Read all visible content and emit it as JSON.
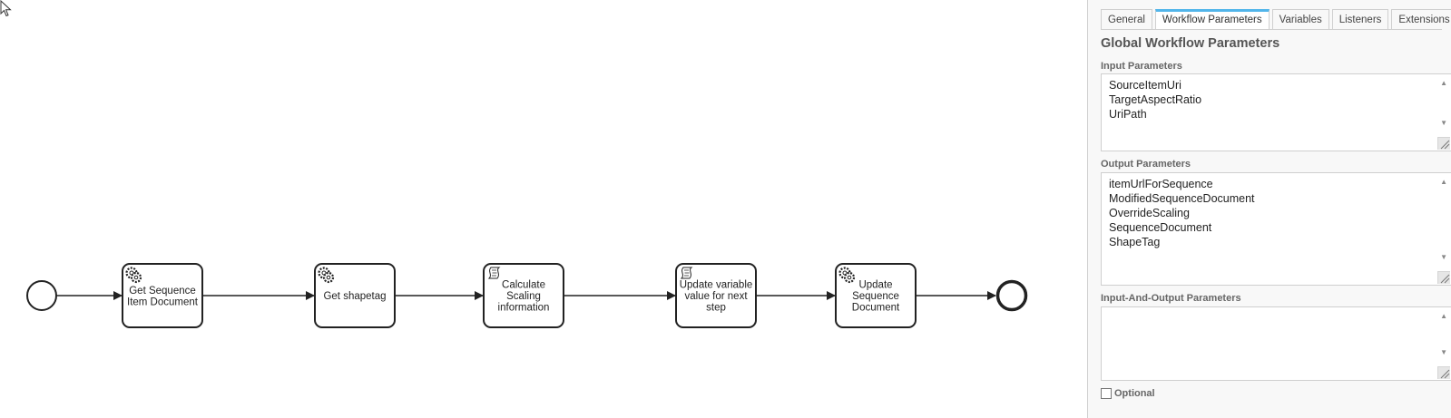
{
  "diagram": {
    "tasks": [
      {
        "kind": "service",
        "lines": [
          "Get Sequence",
          "Item Document"
        ]
      },
      {
        "kind": "service",
        "lines": [
          "Get shapetag"
        ]
      },
      {
        "kind": "script",
        "lines": [
          "Calculate",
          "Scaling",
          "information"
        ]
      },
      {
        "kind": "script",
        "lines": [
          "Update variable",
          "value for next",
          "step"
        ]
      },
      {
        "kind": "service",
        "lines": [
          "Update",
          "Sequence",
          "Document"
        ]
      }
    ]
  },
  "properties": {
    "tabs": [
      {
        "label": "General",
        "active": false
      },
      {
        "label": "Workflow Parameters",
        "active": true
      },
      {
        "label": "Variables",
        "active": false
      },
      {
        "label": "Listeners",
        "active": false
      },
      {
        "label": "Extensions",
        "active": false
      }
    ],
    "title": "Global Workflow Parameters",
    "input": {
      "label": "Input Parameters",
      "items": [
        "SourceItemUri",
        "TargetAspectRatio",
        "UriPath"
      ]
    },
    "output": {
      "label": "Output Parameters",
      "items": [
        "itemUrlForSequence",
        "ModifiedSequenceDocument",
        "OverrideScaling",
        "SequenceDocument",
        "ShapeTag"
      ]
    },
    "inout": {
      "label": "Input-And-Output Parameters",
      "items": []
    },
    "optional_label": "Optional"
  },
  "colors": {
    "accent": "#52b5ea",
    "stroke": "#222222"
  }
}
